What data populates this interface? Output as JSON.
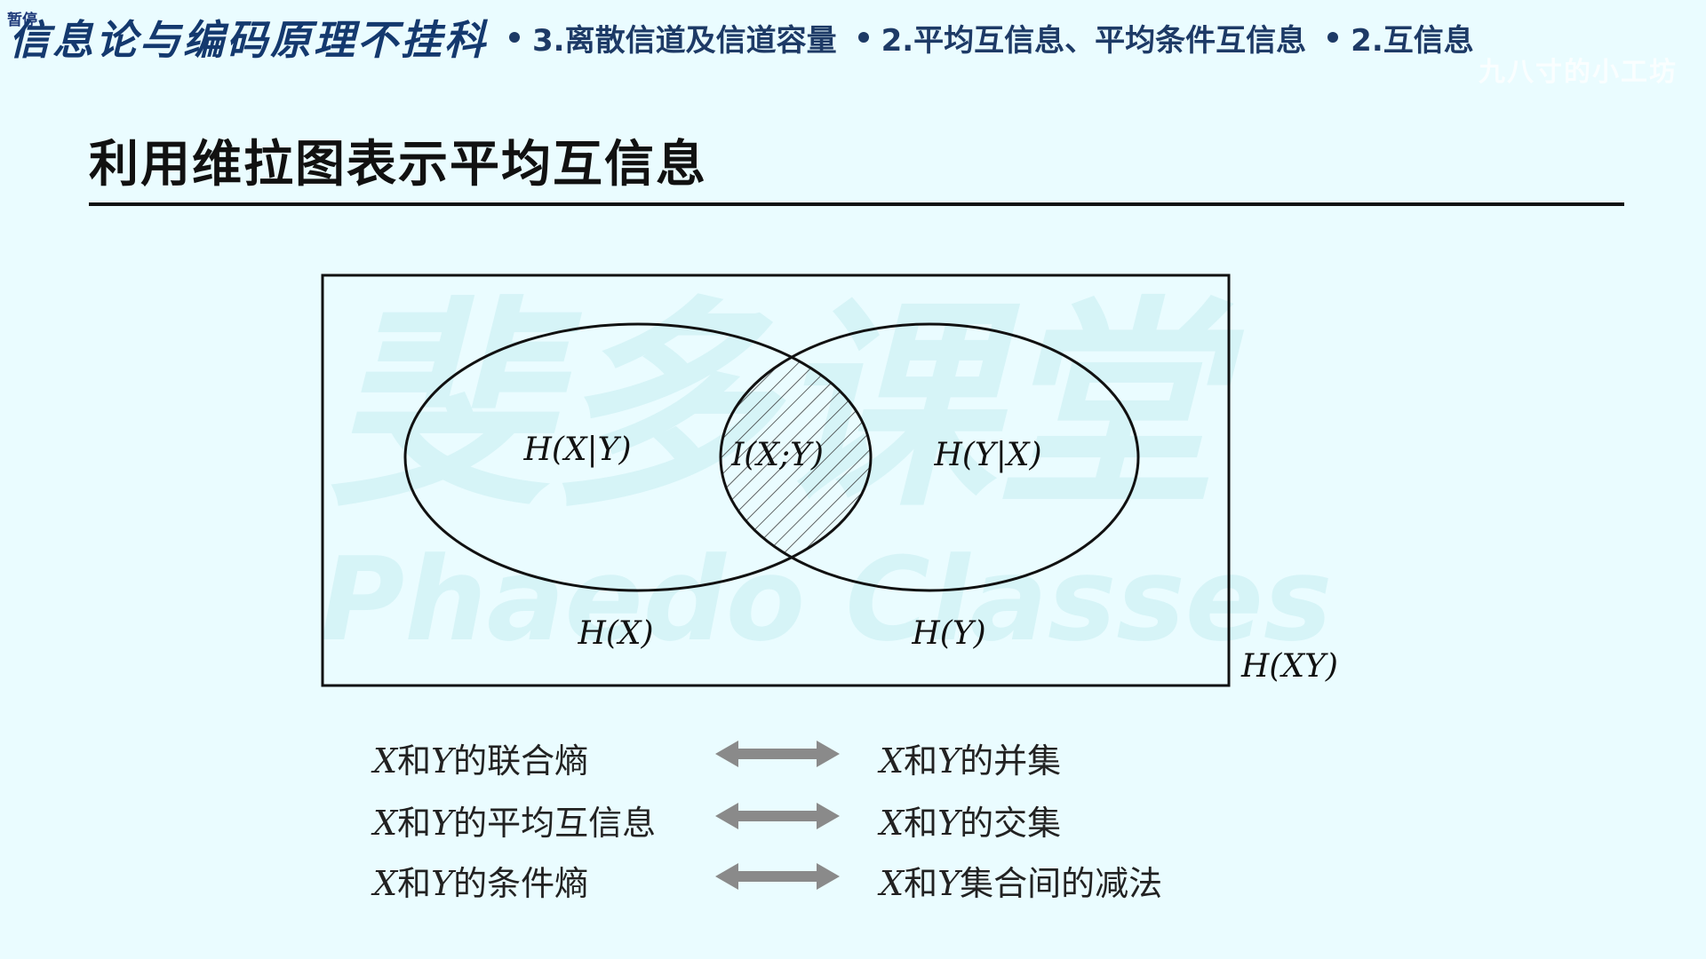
{
  "overlay": {
    "pause_label": "暂停",
    "user_watermark": "九八寸的小工坊"
  },
  "breadcrumb": {
    "course": "信息论与编码原理不挂科",
    "items": [
      "3.离散信道及信道容量",
      "2.平均互信息、平均条件互信息",
      "2.互信息"
    ]
  },
  "slide": {
    "title": "利用维拉图表示平均互信息",
    "watermark_cn": "斐多课堂",
    "watermark_en": "Phaedo Classes"
  },
  "venn": {
    "left_region_label": "H(X|Y)",
    "center_region_label": "I(X;Y)",
    "right_region_label": "H(Y|X)",
    "left_set_label": "H(X)",
    "right_set_label": "H(Y)",
    "box_label": "H(XY)"
  },
  "mappings": [
    {
      "left_var1": "X",
      "left_and": "和",
      "left_var2": "Y",
      "left_text": "的联合熵",
      "right_var1": "X",
      "right_and": "和",
      "right_var2": "Y",
      "right_text": "的并集"
    },
    {
      "left_var1": "X",
      "left_and": "和",
      "left_var2": "Y",
      "left_text": "的平均互信息",
      "right_var1": "X",
      "right_and": "和",
      "right_var2": "Y",
      "right_text": "的交集"
    },
    {
      "left_var1": "X",
      "left_and": "和",
      "left_var2": "Y",
      "left_text": "的条件熵",
      "right_var1": "X",
      "right_and": "和",
      "right_var2": "Y",
      "right_text": "集合间的减法"
    }
  ],
  "colors": {
    "background": "#eafcff",
    "breadcrumb_text": "#1d3a66",
    "arrow": "#8a8a8a"
  },
  "icons": {
    "mapping_arrow": "double-arrow-icon"
  }
}
